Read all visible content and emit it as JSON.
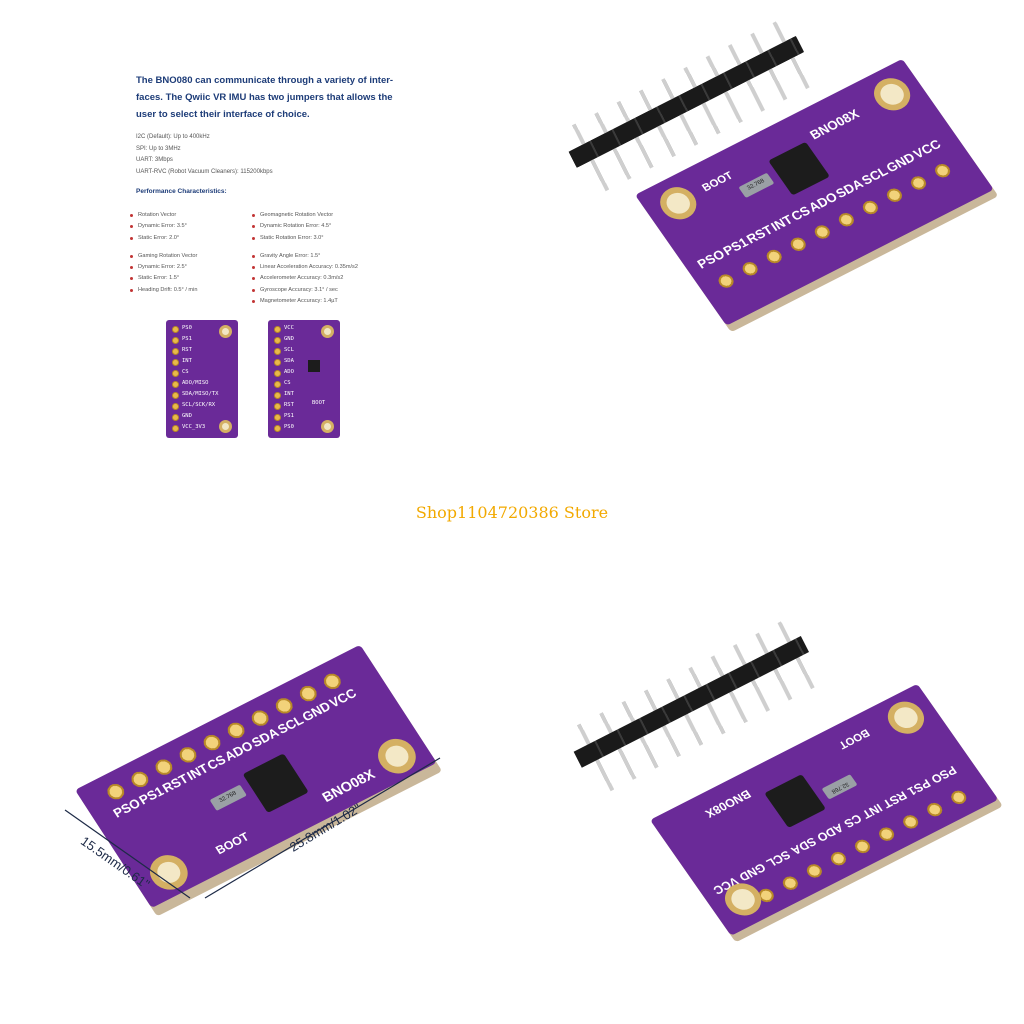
{
  "spec_panel": {
    "intro_lines": [
      "The BNO080 can communicate through a variety of inter-",
      "faces. The Qwiic VR IMU has two jumpers that allows the",
      "user to select their interface of choice."
    ],
    "interfaces": [
      "I2C (Default): Up to 400kHz",
      "SPI: Up to 3MHz",
      "UART: 3Mbps",
      "UART-RVC (Robot Vacuum Cleaners): 115200kbps"
    ],
    "performance_title": "Performance Characteristics:",
    "left_column": [
      [
        "Rotation Vector",
        "Dynamic Error: 3.5°",
        "Static Error: 2.0°"
      ],
      [
        "Gaming Rotation Vector",
        "Dynamic Error: 2.5°",
        "Static Error: 1.5°",
        "Heading Drift: 0.5° / min"
      ]
    ],
    "right_column": [
      [
        "Geomagnetic Rotation Vector",
        "Dynamic Rotation Error: 4.5°",
        "Static Rotation Error: 3.0°"
      ],
      [
        "Gravity Angle Error: 1.5°",
        "Linear Acceleration Accuracy: 0.35m/s2",
        "Accelerometer Accuracy: 0.3m/s2",
        "Gyroscope Accuracy: 3.1° / sec",
        "Magnetometer Accuracy: 1.4µT"
      ]
    ],
    "board_back_labels": [
      "PS0",
      "PS1",
      "RST",
      "INT",
      "CS",
      "ADO/MISO",
      "SDA/MISO/TX",
      "SCL/SCK/RX",
      "GND",
      "VCC_3V3"
    ],
    "board_front_labels": [
      "VCC",
      "GND",
      "SCL",
      "SDA",
      "ADO",
      "CS",
      "INT",
      "RST",
      "PS1",
      "PS0"
    ],
    "board_front_boot": "BOOT"
  },
  "board": {
    "pin_labels": [
      "PSO",
      "PS1",
      "RST",
      "INT",
      "CS",
      "ADO",
      "SDA",
      "SCL",
      "GND",
      "VCC"
    ],
    "model": "BNO08X",
    "boot": "BOOT",
    "crystal": "32.768"
  },
  "store": {
    "name": "Shop1104720386 Store"
  },
  "dimensions": {
    "width_label": "15.5mm/0.61\"",
    "length_label": "25.8mm/1.02\""
  },
  "colors": {
    "pcb": "#6a2a98",
    "pad": "#e9b94a",
    "header": "#1a1a1a",
    "store_text": "#f2a900",
    "heading": "#1d3c78"
  }
}
